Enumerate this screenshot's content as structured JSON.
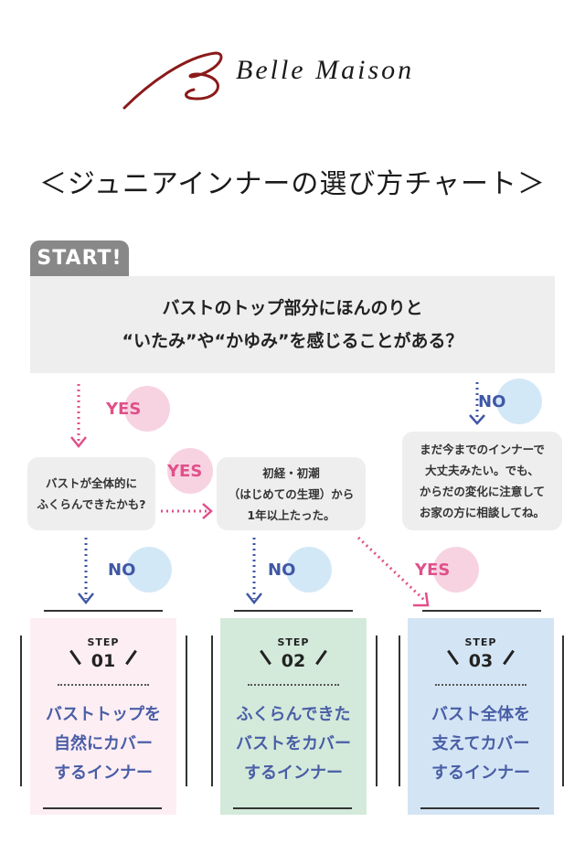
{
  "brand": {
    "name": "Belle Maison",
    "logo_color": "#8b1a1a"
  },
  "title": "＜ジュニアインナーの選び方チャート＞",
  "start": {
    "tag": "START!",
    "question_lines": [
      "バストのトップ部分にほんのりと",
      "“いたみ”や“かゆみ”を感じることがある？"
    ]
  },
  "questions": [
    {
      "id": "q1",
      "lines": [
        "バストが全体的に",
        "ふくらんできたかも?"
      ]
    },
    {
      "id": "q2",
      "lines": [
        "初経・初潮",
        "（はじめての生理）から",
        "1年以上たった。"
      ]
    },
    {
      "id": "q3",
      "lines": [
        "まだ今までのインナーで",
        "大丈夫みたい。でも、",
        "からだの変化に注意して",
        "お家の方に相談してね。"
      ]
    }
  ],
  "answers": {
    "yes": "YES",
    "no": "NO",
    "yes_color": "#e0508a",
    "no_color": "#3f57a6"
  },
  "steps": [
    {
      "label": "STEP",
      "number": "01",
      "lines": [
        "バストトップを",
        "自然にカバー",
        "するインナー"
      ],
      "bg": "#fdeef4"
    },
    {
      "label": "STEP",
      "number": "02",
      "lines": [
        "ふくらんできた",
        "バストをカバー",
        "するインナー"
      ],
      "bg": "#d3eadb"
    },
    {
      "label": "STEP",
      "number": "03",
      "lines": [
        "バスト全体を",
        "支えてカバー",
        "するインナー"
      ],
      "bg": "#d3e5f4"
    }
  ]
}
